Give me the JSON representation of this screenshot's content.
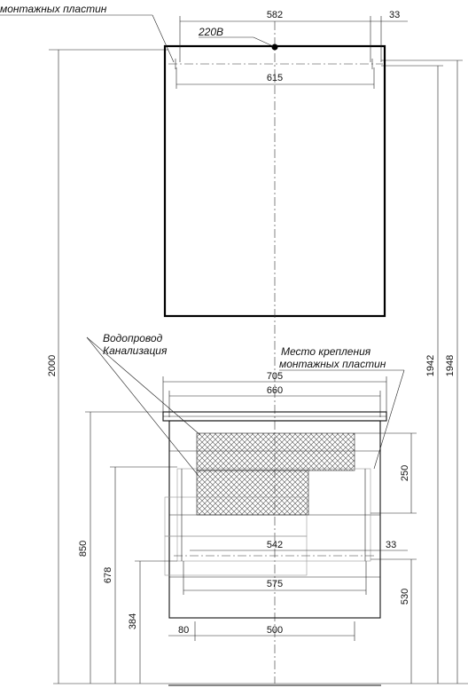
{
  "labels": {
    "mirror_plates": "монтажных пластин",
    "socket": "220В",
    "water": "Водопровод",
    "sewer": "Канализация",
    "plates_place_line1": "Место крепления",
    "plates_place_line2": "монтажных пластин"
  },
  "dimensions": {
    "mirror_plate_span": "582",
    "mirror_plate_offset": "33",
    "mirror_width": "615",
    "total_height": "2000",
    "mirror_top_height": "1942",
    "mirror_top_outer": "1948",
    "vanity_top_width": "705",
    "vanity_body_width": "660",
    "vanity_height": "850",
    "plates_span": "542",
    "plates_offset": "33",
    "drain_height": "678",
    "plates_vertical": "250",
    "plate_level": "530",
    "cabinet_width": "575",
    "water_level": "384",
    "bottom_offset": "80",
    "bottom_width": "500"
  },
  "colors": {
    "line": "#000000",
    "hatch": "#555555"
  }
}
